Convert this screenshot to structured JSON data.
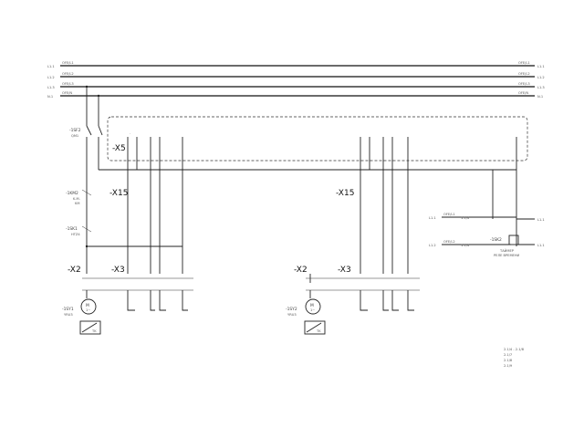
{
  "rails": [
    {
      "left": "L1.1",
      "left_tag": "OFE/L1",
      "right_tag": "OFE/L1",
      "right": "L1.1"
    },
    {
      "left": "L1.2",
      "left_tag": "OFE/L2",
      "right_tag": "OFE/L2",
      "right": "L1.2"
    },
    {
      "left": "L1.3",
      "left_tag": "OFE/L3",
      "right_tag": "OFE/L3",
      "right": "L1.3"
    },
    {
      "left": "N.1",
      "left_tag": "OFE/N",
      "right_tag": "OFE/N",
      "right": "N.1"
    }
  ],
  "device_tags": {
    "x5": "-X5",
    "x15_left": "-X15",
    "x15_right": "-X15",
    "x2_left": "-X2",
    "x3_left": "-X3",
    "x2_right": "-X2",
    "x3_right": "-X3",
    "sf_main": "-1SF2",
    "sf_main_sub": "QM1",
    "km2": "-1KM2",
    "km2_sub": "K.M.",
    "km2_sub2": "KM",
    "sk": "-1SK1",
    "sk_sub": "HTZ4",
    "m1": "-1SY1",
    "m1_sub": "YRU3",
    "m2": "-1SY2",
    "m2_sub": "YRU3",
    "relay": "-1SK2",
    "relay_desc_1": "ТАЙМЕР",
    "relay_desc_2": "РЕЛЕ ВРЕМЕНИ",
    "motor_symbol": "M",
    "motor_count": "1~",
    "sensor_left": "TK",
    "sensor_right": "TK"
  },
  "relay_inputs": [
    {
      "ref": "L1.1",
      "tag": "OFE/L1",
      "note": "1.1/4"
    },
    {
      "ref": "L1.2",
      "tag": "OFE/L2",
      "note": "1.1/4"
    }
  ],
  "relay_outputs": [
    "L1.1",
    "L1.1"
  ],
  "legend_lines": [
    "2.1/4 - 2.1/8",
    "2.1/7",
    "2.1/8",
    "2.1/9"
  ]
}
